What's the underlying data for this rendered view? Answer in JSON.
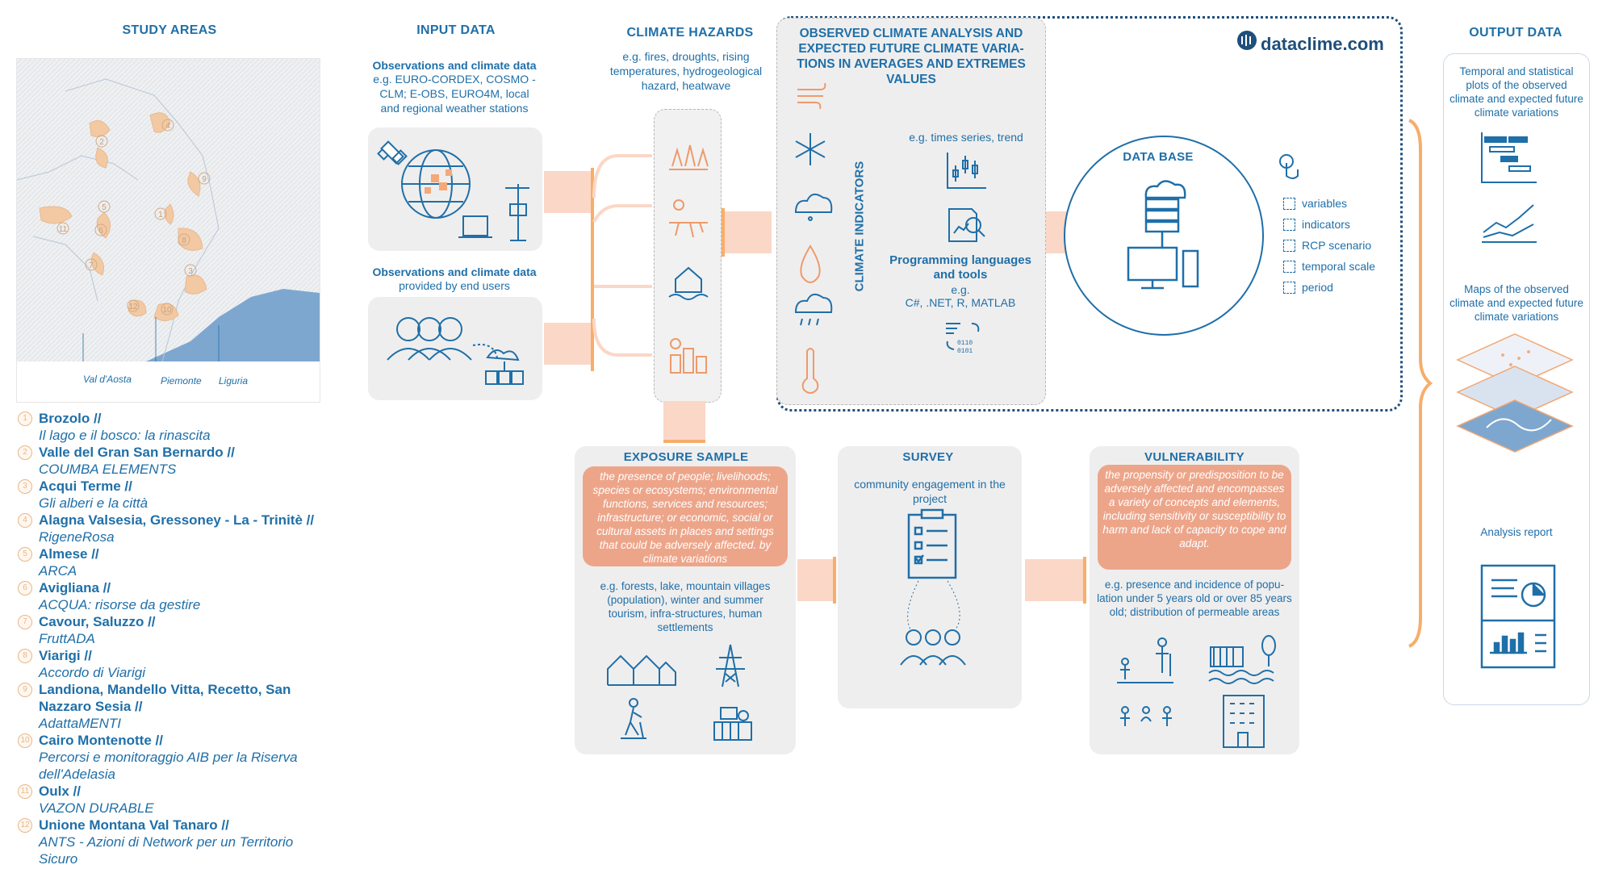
{
  "study_areas": {
    "title": "STUDY AREAS",
    "map_labels": [
      "Val d'Aosta",
      "Piemonte",
      "Liguria"
    ],
    "items": [
      {
        "n": "1",
        "name": "Brozolo //",
        "project": "Il lago e il bosco: la rinascita"
      },
      {
        "n": "2",
        "name": "Valle del Gran San Bernardo //",
        "project": "COUMBA ELEMENTS"
      },
      {
        "n": "3",
        "name": "Acqui Terme //",
        "project": "Gli alberi e la città"
      },
      {
        "n": "4",
        "name": "Alagna Valsesia, Gressoney - La - Trinitè //",
        "project": "RigeneRosa"
      },
      {
        "n": "5",
        "name": "Almese //",
        "project": "ARCA"
      },
      {
        "n": "6",
        "name": "Avigliana //",
        "project": "ACQUA: risorse da gestire"
      },
      {
        "n": "7",
        "name": "Cavour, Saluzzo //",
        "project": "FruttADA"
      },
      {
        "n": "8",
        "name": "Viarigi //",
        "project": "Accordo di Viarigi"
      },
      {
        "n": "9",
        "name": "Landiona, Mandello Vitta, Recetto, San Nazzaro Sesia //",
        "project": "AdattaMENTI"
      },
      {
        "n": "10",
        "name": "Cairo Montenotte //",
        "project": "Percorsi e monitoraggio AIB per la Riserva dell'Adelasia"
      },
      {
        "n": "11",
        "name": "Oulx //",
        "project": "VAZON DURABLE"
      },
      {
        "n": "12",
        "name": "Unione Montana Val Tanaro //",
        "project": "ANTS - Azioni di Network per un Territorio Sicuro"
      }
    ]
  },
  "input_data": {
    "title": "INPUT DATA",
    "obs_title": "Observations and climate data",
    "obs_text": "e.g. EURO-CORDEX, COSMO - CLM; E-OBS, EURO4M, local and regional weather stations",
    "user_title": "Observations and climate data",
    "user_text": "provided by end users"
  },
  "climate_hazards": {
    "title": "CLIMATE HAZARDS",
    "text": "e.g. fires, droughts, rising temperatures, hydrogeological hazard, heatwave"
  },
  "analysis": {
    "title": "OBSERVED CLIMATE ANALYSIS AND EXPECTED FUTURE CLIMATE VARIA-TIONS IN AVERAGES AND EXTREMES VALUES",
    "indicators_label": "CLIMATE INDICATORS",
    "example": "e.g. times series, trend",
    "prog_title": "Programming languages and tools",
    "prog_eg": "e.g.",
    "prog_list": "C#, .NET, R, MATLAB",
    "brand": "dataclime.com"
  },
  "database": {
    "title": "DATA BASE",
    "items": [
      "variables",
      "indicators",
      "RCP scenario",
      "temporal scale",
      "period"
    ]
  },
  "output": {
    "title": "OUTPUT DATA",
    "plots_text": "Temporal and statistical plots of the observed climate and expected future climate variations",
    "maps_text": "Maps of the observed climate and expected future climate variations",
    "report_text": "Analysis report"
  },
  "exposure": {
    "title": "EXPOSURE SAMPLE",
    "definition": "the presence of people; livelihoods; species or ecosystems; environmental functions, services and resources; infrastructure; or economic, social or cultural assets in places and settings that could be adversely affected. by climate variations",
    "example": "e.g. forests, lake, mountain villages (population), winter and summer tourism, infra-structures, human settlements"
  },
  "survey": {
    "title": "SURVEY",
    "text": "community engagement in the project"
  },
  "vulnerability": {
    "title": "VULNERABILITY",
    "definition": "the propensity or predisposition to be adversely affected and encompasses a variety of concepts and elements, including sensitivity or susceptibility to harm and lack of capacity to cope and adapt.",
    "example": "e.g. presence and incidence of popu-lation under 5 years old or over 85 years old; distribution of permeable areas"
  },
  "colors": {
    "blue": "#1f6fa8",
    "orange": "#f6ae6a",
    "panel": "#efeeee",
    "salmon": "#eda58a"
  }
}
